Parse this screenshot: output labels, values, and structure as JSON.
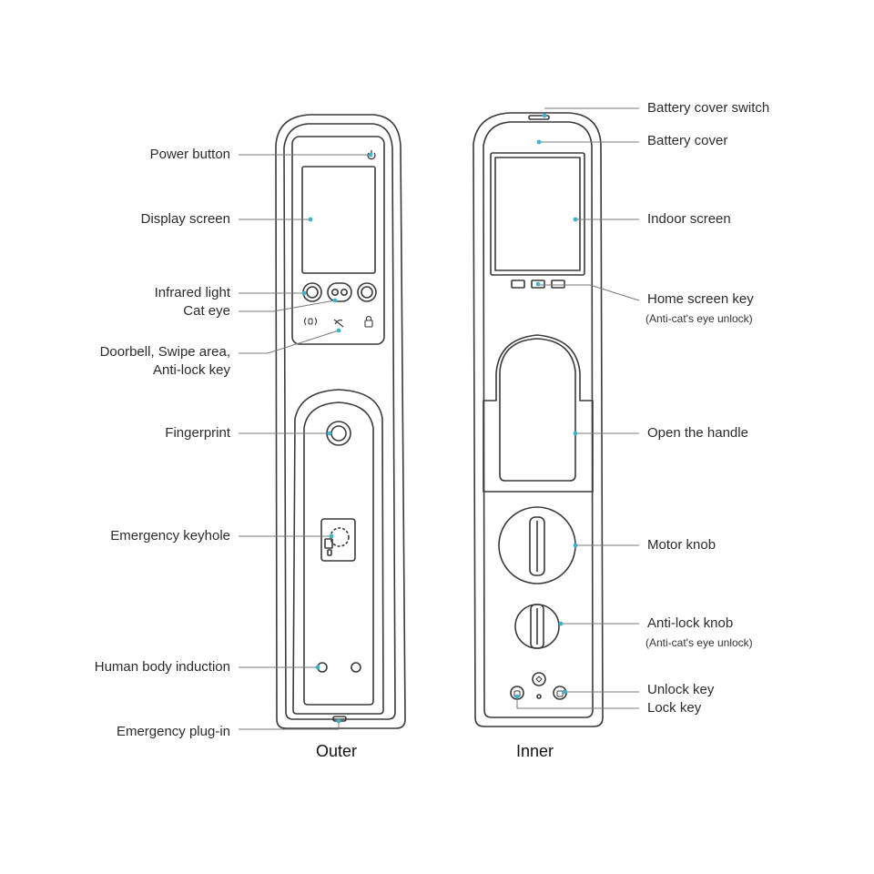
{
  "colors": {
    "outline": "#3a3a3a",
    "leader": "#7a7a7a",
    "dot": "#3fb3c9",
    "text": "#2b2b2b"
  },
  "captions": {
    "outer": "Outer",
    "inner": "Inner"
  },
  "outer_labels": {
    "power_button": "Power button",
    "display_screen": "Display screen",
    "infrared_light": "Infrared light",
    "cat_eye": "Cat eye",
    "doorbell_line1": "Doorbell, Swipe area,",
    "doorbell_line2": "Anti-lock key",
    "fingerprint": "Fingerprint",
    "emergency_keyhole": "Emergency keyhole",
    "human_body_induction": "Human body induction",
    "emergency_plug_in": "Emergency plug-in"
  },
  "inner_labels": {
    "battery_cover_switch": "Battery cover switch",
    "battery_cover": "Battery cover",
    "indoor_screen": "Indoor screen",
    "home_screen_key": "Home screen key",
    "home_screen_key_note": "(Anti-cat's eye unlock)",
    "open_the_handle": "Open the handle",
    "motor_knob": "Motor knob",
    "anti_lock_knob": "Anti-lock knob",
    "anti_lock_knob_note": "(Anti-cat's eye unlock)",
    "unlock_key": "Unlock key",
    "lock_key": "Lock key"
  }
}
